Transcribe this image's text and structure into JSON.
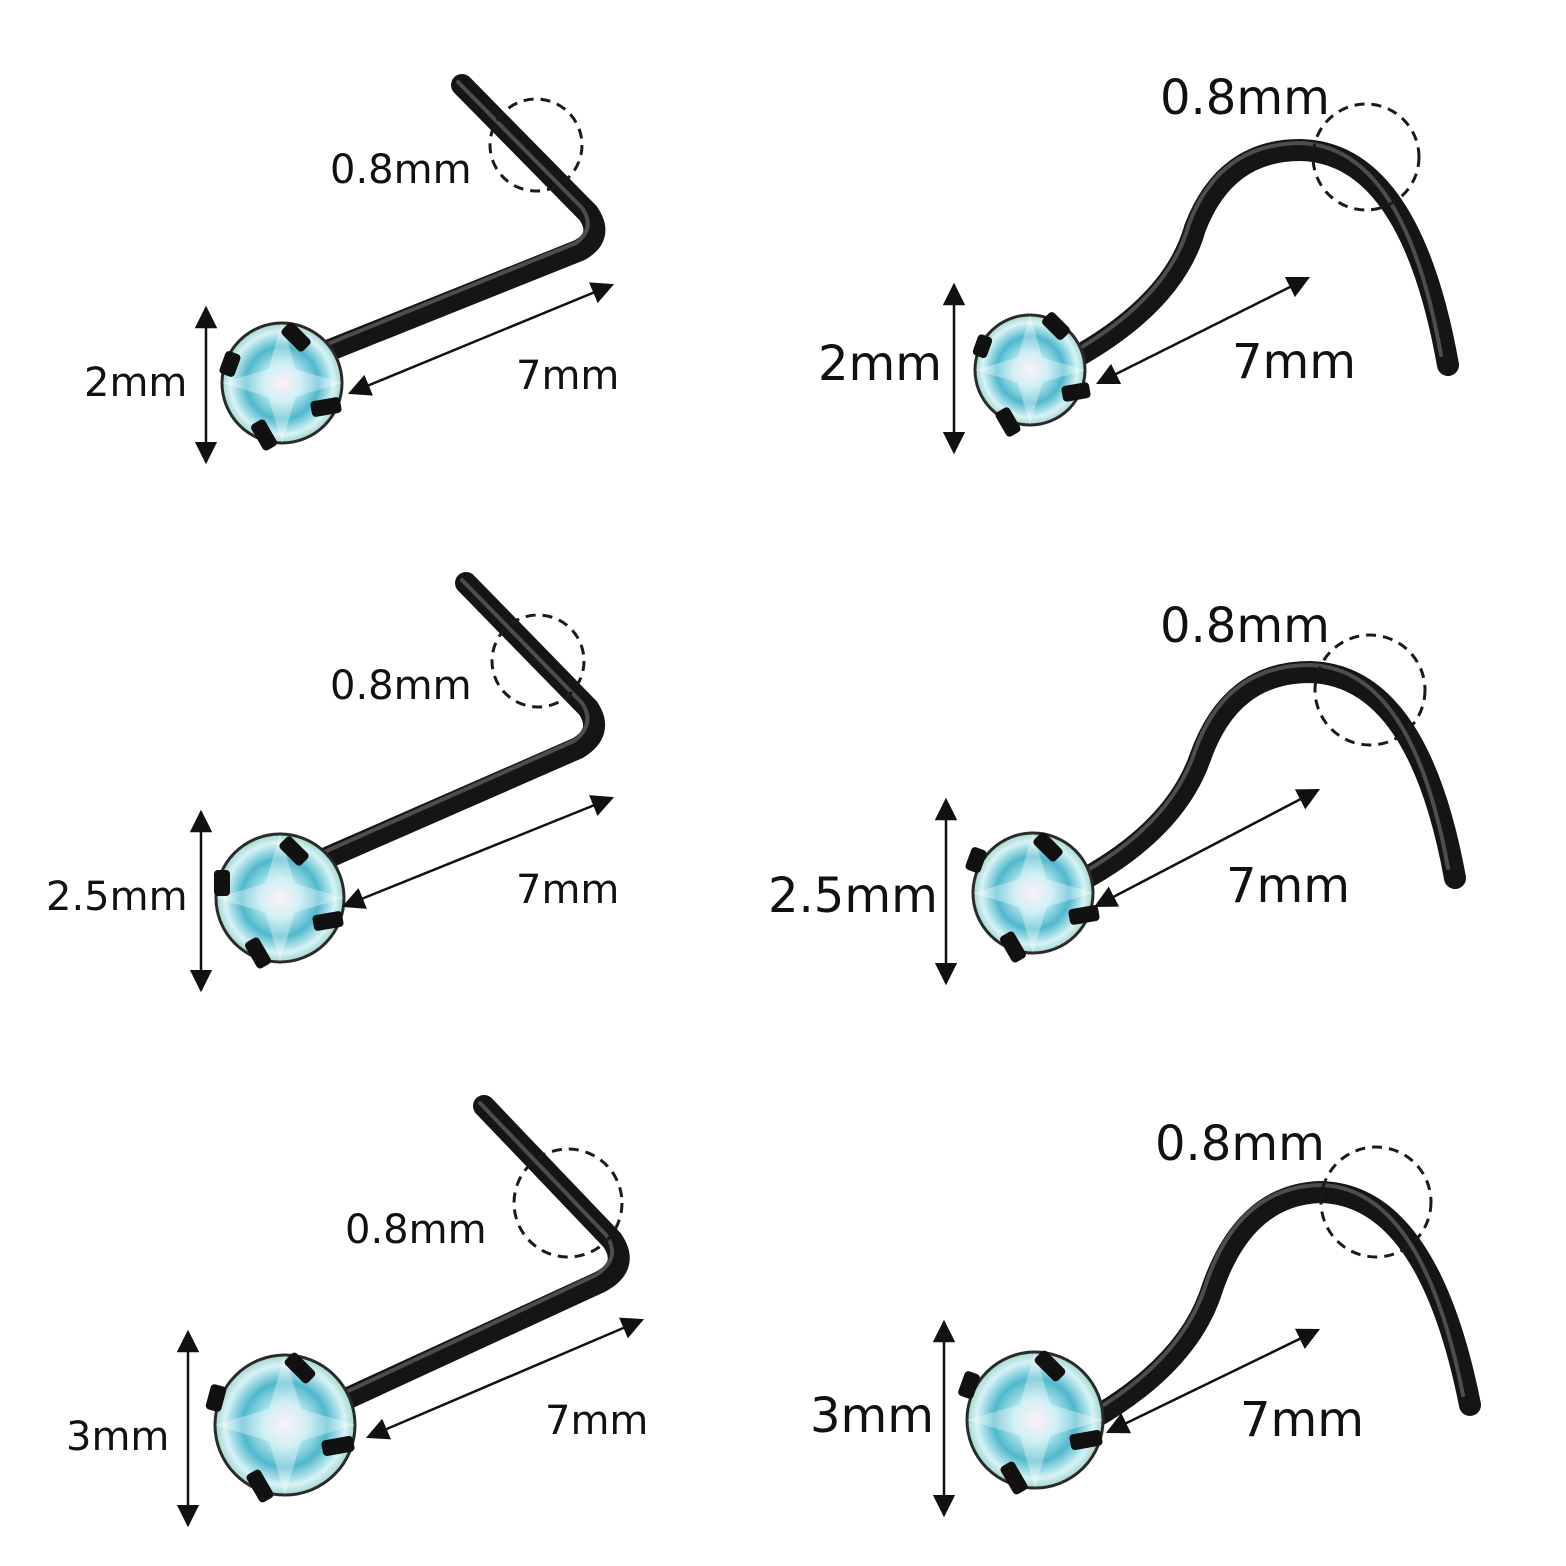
{
  "accent_colors": {
    "metal": "#151515",
    "gem": "#8fd3e0",
    "text": "#111111"
  },
  "items": [
    {
      "style": "L-shape",
      "gem_label": "2mm",
      "length_label": "7mm",
      "gauge_label": "0.8mm"
    },
    {
      "style": "screw",
      "gem_label": "2mm",
      "length_label": "7mm",
      "gauge_label": "0.8mm"
    },
    {
      "style": "L-shape",
      "gem_label": "2.5mm",
      "length_label": "7mm",
      "gauge_label": "0.8mm"
    },
    {
      "style": "screw",
      "gem_label": "2.5mm",
      "length_label": "7mm",
      "gauge_label": "0.8mm"
    },
    {
      "style": "L-shape",
      "gem_label": "3mm",
      "length_label": "7mm",
      "gauge_label": "0.8mm"
    },
    {
      "style": "screw",
      "gem_label": "3mm",
      "length_label": "7mm",
      "gauge_label": "0.8mm"
    }
  ]
}
